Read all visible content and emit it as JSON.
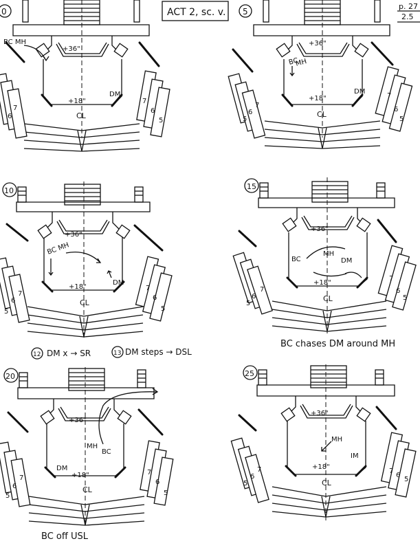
{
  "header": {
    "act_label": "ACT 2, sc. v.",
    "page_label": "p. 27",
    "page_sub": "2.5"
  },
  "dims": {
    "top": "+36\"",
    "bottom": "+18\"",
    "centerline": "CL"
  },
  "panels": [
    {
      "cue": "0",
      "labels": [
        {
          "id": "bc-mh",
          "text": "BC MH"
        },
        {
          "id": "dm",
          "text": "DM"
        }
      ],
      "note": ""
    },
    {
      "cue": "5",
      "labels": [
        {
          "id": "bc",
          "text": "BC"
        },
        {
          "id": "mh",
          "text": "MH"
        },
        {
          "id": "dm",
          "text": "DM"
        }
      ],
      "note": ""
    },
    {
      "cue": "10",
      "labels": [
        {
          "id": "bc-mh",
          "text": "BC MH"
        },
        {
          "id": "dm",
          "text": "DM"
        }
      ],
      "note": ""
    },
    {
      "cue": "15",
      "labels": [
        {
          "id": "bc",
          "text": "BC"
        },
        {
          "id": "mh",
          "text": "MH"
        },
        {
          "id": "dm",
          "text": "DM"
        }
      ],
      "note": "BC chases DM around MH"
    },
    {
      "cue": "20",
      "labels": [
        {
          "id": "mh",
          "text": "MH"
        },
        {
          "id": "bc",
          "text": "BC"
        },
        {
          "id": "dm",
          "text": "DM"
        }
      ],
      "note": "BC off USL"
    },
    {
      "cue": "25",
      "labels": [
        {
          "id": "mh",
          "text": "MH"
        },
        {
          "id": "im",
          "text": "IM"
        }
      ],
      "note": ""
    }
  ],
  "mid_notes": [
    {
      "cue": "12",
      "text": "DM x → SR"
    },
    {
      "cue": "13",
      "text": "DM steps → DSL"
    }
  ],
  "platform_numbers": {
    "left": [
      "7",
      "6",
      "5"
    ],
    "right": [
      "7",
      "6",
      "5"
    ]
  }
}
